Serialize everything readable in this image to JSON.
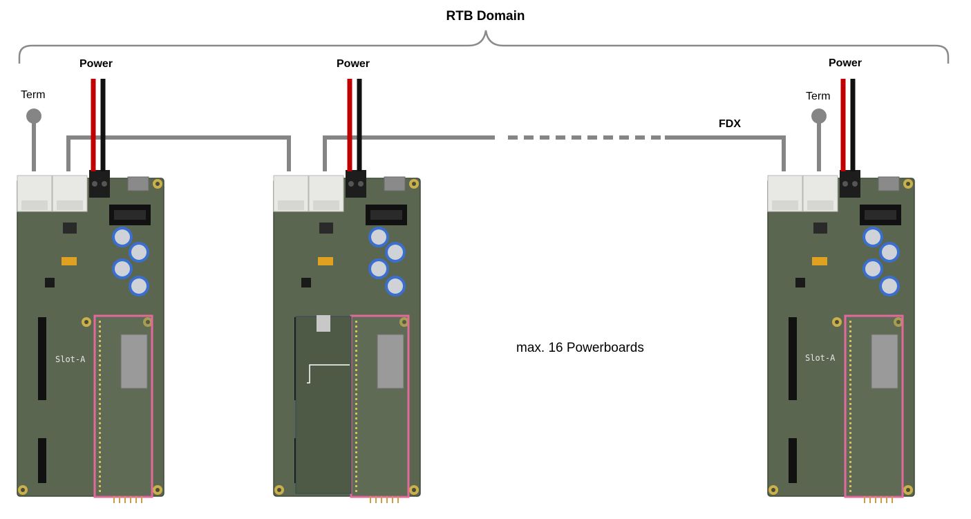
{
  "title": "RTB Domain",
  "boards": [
    {
      "id": "board-1",
      "power_label": "Power",
      "term_label": "Term",
      "slot_label": "Slot-A"
    },
    {
      "id": "board-2",
      "power_label": "Power",
      "term_label": "",
      "slot_label": ""
    },
    {
      "id": "board-3",
      "power_label": "Power",
      "term_label": "Term",
      "slot_label": "Slot-A"
    }
  ],
  "bus_label": "FDX",
  "count_note": "max. 16 Powerboards",
  "colors": {
    "pcb": "#5b6650",
    "pcb_dark": "#3f4838",
    "cable": "#858585",
    "wire_red": "#c00000",
    "wire_black": "#111111",
    "highlight": "#e26a9a",
    "connector": "#e8e8e4",
    "capacitor": "#3a6fd0"
  }
}
